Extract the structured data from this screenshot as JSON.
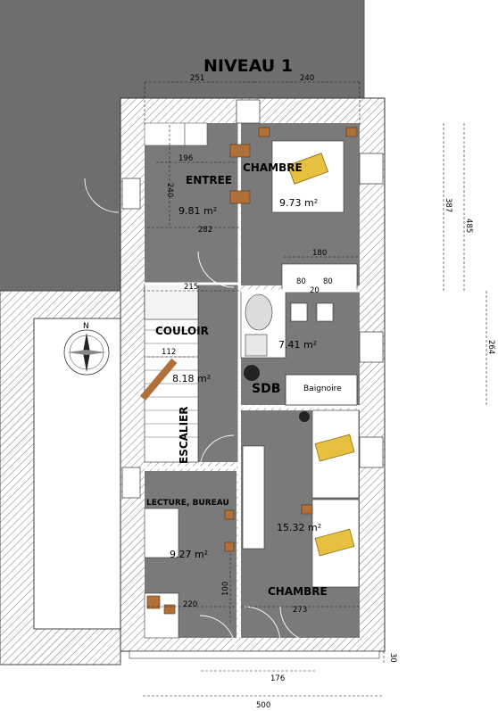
{
  "title": "NIVEAU 1",
  "rooms": {
    "entree": {
      "name": "ENTREE",
      "area": "9.81 m²"
    },
    "chambre1": {
      "name": "CHAMBRE",
      "area": "9.73 m²"
    },
    "couloir": {
      "name": "COULOIR",
      "area": "8.18 m²"
    },
    "escalier": {
      "name": "ESCALIER"
    },
    "sdb": {
      "name": "SDB",
      "area": "7.41 m²",
      "baignoire": "Baignoire"
    },
    "bureau": {
      "name": "LECTURE, BUREAU",
      "area": "9.27 m²"
    },
    "chambre2": {
      "name": "CHAMBRE",
      "area": "15.32 m²"
    }
  },
  "dimensions": {
    "top_left": "251",
    "top_right": "240",
    "entree_width": "196",
    "entree_height": "240",
    "entree_bottom": "282",
    "sdb_width": "180",
    "sink_a": "80",
    "sink_b": "80",
    "sink_gap": "20",
    "couloir_width": "215",
    "stair_width": "112",
    "right_inner": "387",
    "right_outer": "485",
    "right_lower": "264",
    "bureau_height": "100",
    "bureau_width": "220",
    "chambre2_width": "273",
    "door_width": "176",
    "overall_width": "500",
    "wall_thickness": "30"
  },
  "compass": {
    "north": "N"
  },
  "colors": {
    "floor": "#7a7a7a",
    "outside": "#6e6e6e",
    "wall": "#ffffff",
    "furniture_wood": "#b0703a",
    "bed_yellow": "#e8c040"
  }
}
